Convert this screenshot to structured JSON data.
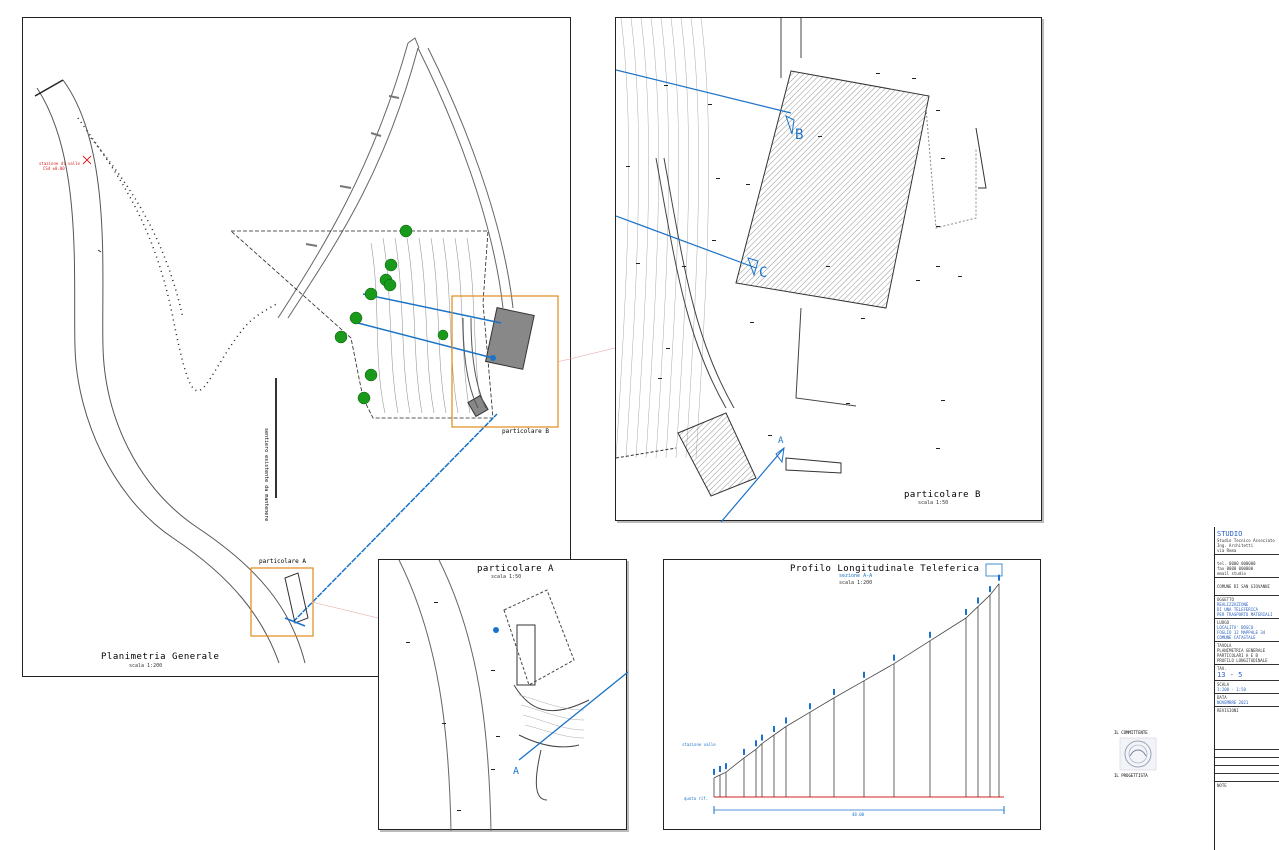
{
  "colors": {
    "section_line": "#1a73c8",
    "callout_box": "#e08a1c",
    "tree": "#1a9a1a",
    "building": "#888888",
    "red_marker": "#d62020",
    "text_blue": "#2a5fbf"
  },
  "plan_general": {
    "title": "Planimetria Generale",
    "scale": "scala 1:200",
    "detail_a_label": "particolare A",
    "detail_b_label": "particolare B",
    "red_note_1": "stazione di valle",
    "red_note_2": "CS4 ±0.00",
    "vertical_note": "sentiero esistente da mantenere"
  },
  "detail_b": {
    "title": "particolare B",
    "scale": "scala 1:50",
    "section_b": "B",
    "section_c": "C",
    "section_a": "A"
  },
  "detail_a": {
    "title": "particolare A",
    "scale": "scala 1:50",
    "section_a": "A"
  },
  "profile": {
    "title": "Profilo Longitudinale Teleferica",
    "subtitle": "sezione A-A",
    "scale": "scala 1:200",
    "left_label_top": "stazione valle",
    "left_label_bottom": "quota rif.",
    "bottom_dimension": "48.00"
  },
  "chart_data": {
    "type": "line",
    "title": "Profilo Longitudinale Teleferica",
    "series": [
      {
        "name": "",
        "x": [
          0,
          1,
          2,
          5,
          7,
          8,
          10,
          12,
          16,
          20,
          25,
          30,
          36,
          42,
          44,
          46,
          47.5
        ],
        "y": [
          0.6,
          0.7,
          0.8,
          1.3,
          1.6,
          1.8,
          2.1,
          2.4,
          2.9,
          3.4,
          4.0,
          4.6,
          5.4,
          6.2,
          6.6,
          7.0,
          7.4
        ]
      }
    ]
  },
  "stamp": {
    "top_label": "IL COMMITTENTE",
    "bottom_label": "IL PROGETTISTA"
  },
  "title_block": {
    "studio": "STUDIO",
    "studio_line2": "Studio Tecnico Associato",
    "studio_line3": "Ing. Architetti",
    "studio_line4": "via Roma",
    "contact_1": "tel. 0000 000000",
    "contact_2": "fax 0000 000000",
    "contact_3": "email studio",
    "project_label": "COMUNE DI SAN GIOVANNI",
    "client_label": "OGGETTO",
    "client_1": "REALIZZAZIONE",
    "client_2": "DI UNA TELEFERICA",
    "client_3": "PER TRASPORTO MATERIALI",
    "location_label": "LUOGO",
    "location_1": "LOCALITA' BOSCO",
    "location_2": "FOGLIO 12 MAPPALE 34",
    "location_3": "COMUNE CATASTALE",
    "drawing_label": "TAVOLA",
    "drawing_1": "PLANIMETRIA GENERALE",
    "drawing_2": "PARTICOLARI A E B",
    "drawing_3": "PROFILO LONGITUDINALE",
    "number_label": "TAV.",
    "number_value": "13 - 5",
    "scale_label": "SCALA",
    "scale_value": "1:200 - 1:50",
    "date_label": "DATA",
    "date_value": "NOVEMBRE 2021",
    "revisions_label": "REVISIONI",
    "footer_label": "NOTE"
  }
}
